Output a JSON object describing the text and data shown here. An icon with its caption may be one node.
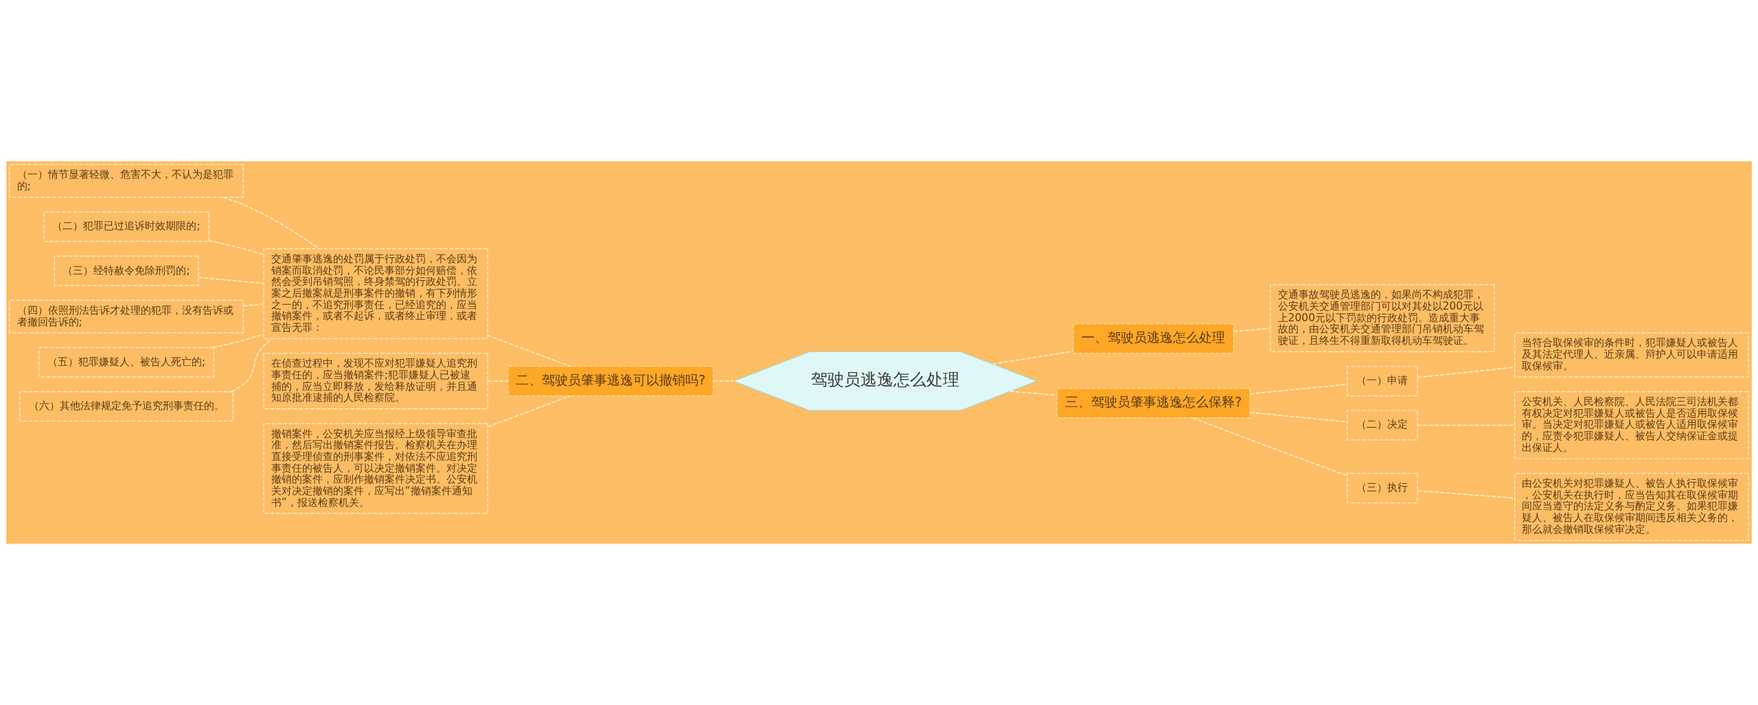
{
  "diagram": {
    "nodes": [
      {
        "text": [
          "驾驶员逃逸怎么处理"
        ]
      },
      {
        "text": [
          "一、驾驶员逃逸怎么处理"
        ]
      },
      {
        "text": [
          "交通事故驾驶员逃逸的，如果尚不构成犯罪，公安机关交通管理部门可以对其处以200元以上2000元以下罚款的行政处罚。造成重大事故的，由公安机关交通管理部门吊销机动车驾驶证，且终生不得重新取得机动车驾驶证。"
        ]
      },
      {
        "text": [
          "二、驾驶员肇事逃逸可以撤销吗?"
        ]
      },
      {
        "text": [
          "交通肇事逃逸的处罚属于行政处罚，不会因为销案而取消处罚，不论民事部分如何赔偿，依然会受到吊销驾照，终身禁驾的行政处罚。立案之后撤案就是刑事案件的撤销，有下列情形之一的，不追究刑事责任，已经追究的，应当撤销案件，或者不起诉，或者终止审理，或者宣告无罪："
        ]
      },
      {
        "text": [
          "（一）情节显著轻微、危害不大，不认为是犯罪的;"
        ]
      },
      {
        "text": [
          "（二）犯罪已过追诉时效期限的;"
        ]
      },
      {
        "text": [
          "（三）经特赦令免除刑罚的;"
        ]
      },
      {
        "text": [
          "（四）依照刑法告诉才处理的犯罪，没有告诉或者撤回告诉的;"
        ]
      },
      {
        "text": [
          "（五）犯罪嫌疑人、被告人死亡的;"
        ]
      },
      {
        "text": [
          "（六）其他法律规定免予追究刑事责任的。"
        ]
      },
      {
        "text": [
          "在侦查过程中，发现不应对犯罪嫌疑人追究刑事责任的，应当撤销案件;犯罪嫌疑人已被逮捕的，应当立即释放，发给释放证明，并且通知原批准逮捕的人民检察院。"
        ]
      },
      {
        "text": [
          "撤销案件，公安机关应当报经上级领导审查批准，然后写出撤销案件报告。检察机关在办理直接受理侦查的刑事案件，对依法不应追究刑事责任的被告人，可以决定撤销案件。对决定撤销的案件，应制作撤销案件决定书。公安机关对决定撤销的案件，应写出“撤销案件通知书”，报送检察机关。"
        ]
      },
      {
        "text": [
          "三、驾驶员肇事逃逸怎么保释?"
        ]
      },
      {
        "text": [
          "（一）申请"
        ]
      },
      {
        "text": [
          "当符合取保候审的条件时，犯罪嫌疑人或被告人及其法定代理人、近亲属、辩护人可以申请适用取保候审。"
        ]
      },
      {
        "text": [
          "（二）决定"
        ]
      },
      {
        "text": [
          "公安机关、人民检察院、人民法院三司法机关都有权决定对犯罪嫌疑人或被告人是否适用取保候审。当决定对犯罪嫌疑人或被告人适用取保候审的，应责令犯罪嫌疑人、被告人交纳保证金或提出保证人。"
        ]
      },
      {
        "text": [
          "（三）执行"
        ]
      },
      {
        "text": [
          "由公安机关对犯罪嫌疑人、被告人执行取保候审，公安机关在执行时，应当告知其在取保候审期间应当遵守的法定义务与酌定义务。如果犯罪嫌疑人、被告人在取保候审期间违反相关义务的，那么就会撤销取保候审决定。"
        ]
      }
    ],
    "edges": [
      {
        "from": 0,
        "to": 1,
        "arrow": "none",
        "style": "dashed"
      },
      {
        "from": 1,
        "to": 2,
        "arrow": "none",
        "style": "dashed"
      },
      {
        "from": 0,
        "to": 3,
        "arrow": "none",
        "style": "dashed"
      },
      {
        "from": 3,
        "to": 4,
        "arrow": "none",
        "style": "dashed"
      },
      {
        "from": 4,
        "to": 5,
        "arrow": "none",
        "style": "dashed"
      },
      {
        "from": 4,
        "to": 6,
        "arrow": "none",
        "style": "dashed"
      },
      {
        "from": 4,
        "to": 7,
        "arrow": "none",
        "style": "dashed"
      },
      {
        "from": 4,
        "to": 8,
        "arrow": "none",
        "style": "dashed"
      },
      {
        "from": 4,
        "to": 9,
        "arrow": "none",
        "style": "dashed"
      },
      {
        "from": 4,
        "to": 10,
        "arrow": "none",
        "style": "dashed"
      },
      {
        "from": 3,
        "to": 11,
        "arrow": "none",
        "style": "dashed"
      },
      {
        "from": 3,
        "to": 12,
        "arrow": "none",
        "style": "dashed"
      },
      {
        "from": 0,
        "to": 13,
        "arrow": "none",
        "style": "dashed"
      },
      {
        "from": 13,
        "to": 14,
        "arrow": "none",
        "style": "dashed"
      },
      {
        "from": 14,
        "to": 15,
        "arrow": "none",
        "style": "dashed"
      },
      {
        "from": 13,
        "to": 16,
        "arrow": "none",
        "style": "dashed"
      },
      {
        "from": 16,
        "to": 17,
        "arrow": "none",
        "style": "dashed"
      },
      {
        "from": 13,
        "to": 18,
        "arrow": "none",
        "style": "dashed"
      },
      {
        "from": 18,
        "to": 19,
        "arrow": "none",
        "style": "dashed"
      }
    ]
  }
}
